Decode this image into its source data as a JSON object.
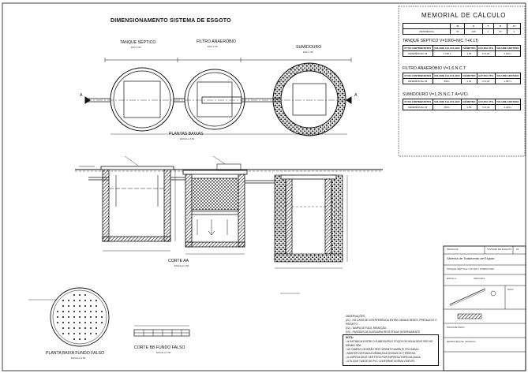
{
  "header": {
    "main_title": "DIMENSIONAMENTO SISTEMA DE ESGOTO"
  },
  "plan_view": {
    "title": "PLANTAS BAIXAS",
    "scale": "ESCALA 1:50",
    "labels": {
      "septic": "TANQUE SÉPTICO",
      "filter": "FILTRO ANAERÓBIO",
      "sink": "SUMIDOURO"
    },
    "sublabels": {
      "septic": "ESC 1:50",
      "filter": "ESC 1:50",
      "sink": "ESC 1:50"
    },
    "section_marks": [
      "A",
      "A"
    ]
  },
  "section_aa": {
    "title": "CORTE AA",
    "scale": "ESCALA 1:50"
  },
  "plan_false_bottom": {
    "title": "PLANTA BAIXA FUNDO FALSO",
    "scale": "ESCALA 1:50"
  },
  "section_bb": {
    "title": "CORTE BB FUNDO FALSO",
    "scale": "ESCALA 1:50"
  },
  "memorial": {
    "title": "MEMORIAL DE CÁLCULO",
    "table1": {
      "headers": [
        "",
        "N",
        "C",
        "T",
        "K",
        "Lf"
      ],
      "row": [
        "RESIDÊNCIA",
        "04",
        "130",
        "1",
        "57",
        "1"
      ]
    },
    "septic_heading": "TANQUE SÉPTICO  V=1000+N(C.T+K.Lf)",
    "septic_table": {
      "headers": [
        "Nº DE CONTRIBUINTES",
        "VOLUME CALCULADO",
        "DIÂMETRO",
        "ALTURA ÚTIL",
        "VOLUME ADOTADO"
      ],
      "row": [
        "RESIDÊNCIAL 04",
        "1.748 L",
        "1,50",
        "h=1,20",
        "2.120 L"
      ]
    },
    "filter_heading": "FILTRO ANAERÓBIO  V=1,6.N.C.T",
    "filter_table": {
      "headers": [
        "Nº DE CONTRIBUINTES",
        "VOLUME CALCULADO",
        "DIÂMETRO",
        "ALTURA ÚTIL",
        "VOLUME ADOTADO"
      ],
      "row": [
        "RESIDÊNCIAL 04",
        "832 L",
        "1,20",
        "h=1,20",
        "1.357 L"
      ]
    },
    "sink_heading": "SUMIDOURO  V=1,25.N.C.T   A=V/Ci",
    "sink_table": {
      "headers": [
        "Nº DE CONTRIBUINTES",
        "VOLUME CALCULADO",
        "DIÂMETRO",
        "ALTURA ÚTIL",
        "VOLUME ADOTADO"
      ],
      "row": [
        "RESIDÊNCIAL 04",
        "650 L",
        "1,50",
        "h=2,40",
        "4.240 L"
      ]
    }
  },
  "observations": {
    "heading": "OBSERVAÇÕES:",
    "lines": [
      "(01) - NO CASO DE INTERFERÊNCIA ENTRE DEMAIS REDES, PREVALECE O PROJETO.",
      "(02) - TAMPA DE FÁCIL REMOÇÃO.",
      "(03) - PAREDES DE ALVENARIA REVESTIDAS INTERNAMENTE."
    ]
  },
  "notes_box": {
    "heading": "NOTA:",
    "lines": [
      "• A DISTÂNCIA ENTRE O SUMIDOURO E POÇOS DE ÁGUA DEVE SER NO MÍNIMO 30M.",
      "• AS TAMPAS DEVERÃO SER HERMETICAMENTE FECHADAS.",
      "• MANTER DISTÂNCIA MÍNIMA DAS DIVISAS DO TERRENO.",
      "• A LIMPEZA DEVE SER FEITA POR EMPRESA ESPECIALIZADA.",
      "• UTILIZAR TUBOS DE PVC CONFORME NORMA VIGENTE."
    ]
  },
  "title_block": {
    "top_left": "PRANCHA",
    "top_mid": "SISTEMA DE ESGOTO",
    "sheet_no": "01",
    "project": "Sistema de Tratamento de Esgoto",
    "content": "TANQUE SÉPTICO / FILTRO / SUMIDOURO",
    "scale_label": "ESCALA",
    "scale_value": "INDICADA",
    "date_label": "DATA",
    "owner_label": "PROPRIETÁRIO",
    "author_label": "RESPONSÁVEL TÉCNICO"
  }
}
